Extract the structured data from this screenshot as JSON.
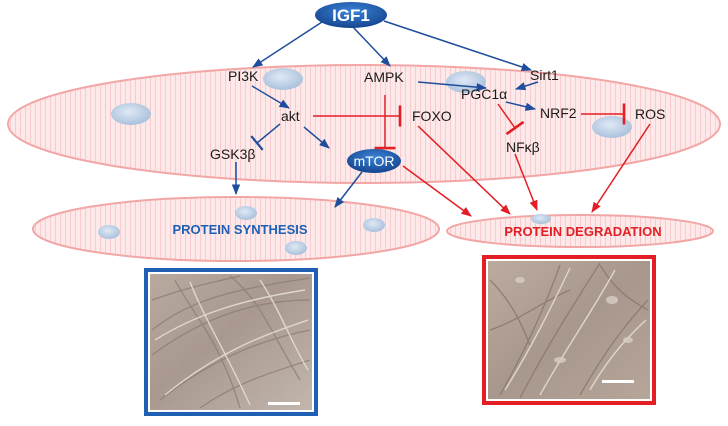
{
  "nodes": {
    "igf1": "IGF1",
    "pi3k": "PI3K",
    "ampk": "AMPK",
    "sirt1": "Sirt1",
    "pgc1a": "PGC1α",
    "akt": "akt",
    "foxo": "FOXO",
    "nrf2": "NRF2",
    "ros": "ROS",
    "gsk3b": "GSK3β",
    "mtor": "mTOR",
    "nfkb": "NFκβ"
  },
  "outcomes": {
    "protein_synthesis": "PROTEIN SYNTHESIS",
    "protein_degradation": "PROTEIN DEGRADATION"
  },
  "colors": {
    "activation": "#1f4e9c",
    "inhibition": "#e31e24",
    "node_fill": "#1f5fb4",
    "cell_fill": "#fbe3e3",
    "cell_stripe": "#f4b3b3",
    "synthesis_frame": "#1f5fb4",
    "degradation_frame": "#e31e24",
    "vesicle": "#c5d6ea"
  },
  "icons": {
    "synthesis_micrograph": "micrograph-image",
    "degradation_micrograph": "micrograph-image",
    "scale_bar": "scale-bar"
  }
}
